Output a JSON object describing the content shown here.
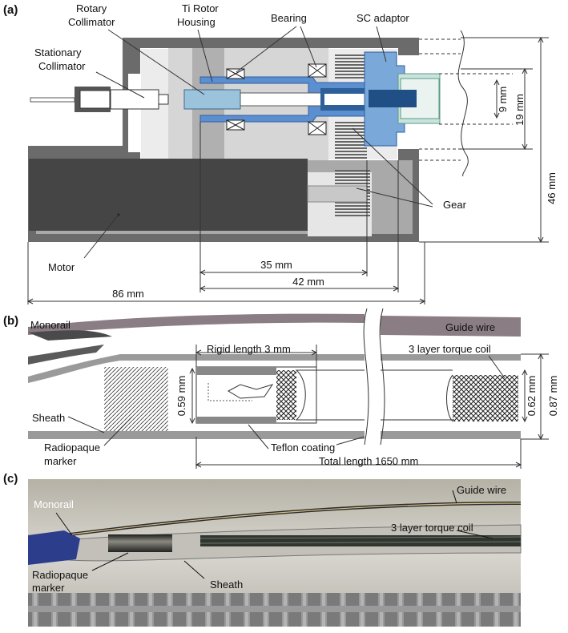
{
  "panels": {
    "a": {
      "label": "(a)",
      "labels": {
        "rotary_collimator": "Rotary Collimator",
        "ti_rotor_housing": "Ti Rotor Housing",
        "bearing": "Bearing",
        "sc_adaptor": "SC adaptor",
        "stationary_collimator": "Stationary Collimator",
        "gear": "Gear",
        "motor": "Motor"
      },
      "dimensions": {
        "d9": "9 mm",
        "d19": "19 mm",
        "d46": "46 mm",
        "d35": "35 mm",
        "d42": "42 mm",
        "d86": "86 mm"
      }
    },
    "b": {
      "label": "(b)",
      "labels": {
        "monorail": "Monorail",
        "guide_wire": "Guide wire",
        "rigid_length": "Rigid length 3 mm",
        "torque_coil": "3 layer torque coil",
        "sheath": "Sheath",
        "radiopaque_marker": "Radiopaque marker",
        "teflon_coating": "Teflon coating",
        "total_length": "Total length 1650 mm"
      },
      "dimensions": {
        "d059": "0.59 mm",
        "d062": "0.62 mm",
        "d087": "0.87 mm"
      }
    },
    "c": {
      "label": "(c)",
      "labels": {
        "guide_wire": "Guide wire",
        "monorail": "Monorail",
        "torque_coil": "3 layer torque coil",
        "radiopaque_marker": "Radiopaque marker",
        "sheath": "Sheath"
      }
    }
  },
  "colors": {
    "housing_dark": "#6b6b6b",
    "housing_mid": "#a6a6a6",
    "housing_light": "#d9d9d9",
    "motor": "#454545",
    "blue_dark": "#4a7fbf",
    "blue_light": "#8fb6e0",
    "photo_bg": "#c9c9c1"
  }
}
